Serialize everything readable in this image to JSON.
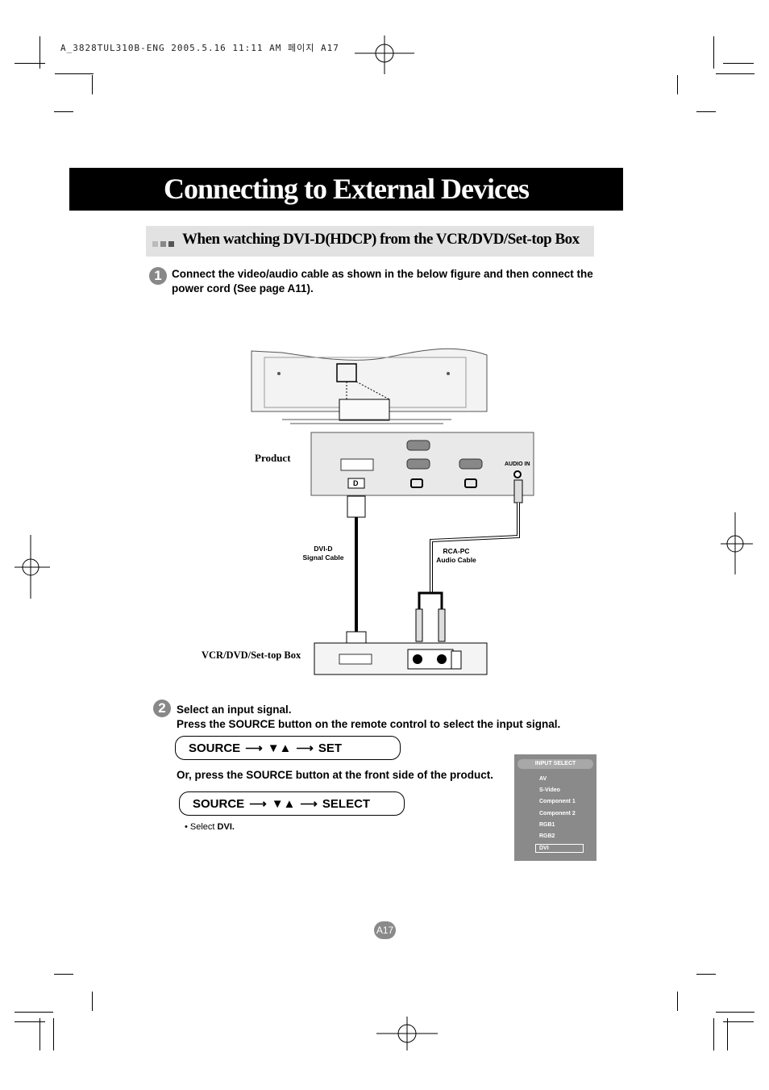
{
  "header_meta": "A_3828TUL310B-ENG  2005.5.16 11:11 AM 페이지 A17",
  "title": "Connecting to External Devices",
  "section": {
    "title": "When watching DVI-D(HDCP) from the VCR/DVD/Set-top Box"
  },
  "step1": {
    "number": "1",
    "text_line1": "Connect the video/audio cable as shown in the below figure and then connect the",
    "text_line2": "power cord (See page A11)."
  },
  "diagram": {
    "product_label": "Product",
    "audio_in_label": "AUDIO IN",
    "dvi_port_label": "D",
    "dvi_cable_label_line1": "DVI-D",
    "dvi_cable_label_line2": "Signal  Cable",
    "rca_cable_label_line1": "RCA-PC",
    "rca_cable_label_line2": "Audio Cable",
    "vcr_label": "VCR/DVD/Set-top Box"
  },
  "step2": {
    "number": "2",
    "line1": "Select an input signal.",
    "line2": "Press the SOURCE button on the remote control to select the input signal.",
    "remote_cmd": {
      "source": "SOURCE",
      "arrows": "▼▲",
      "action": "SET"
    },
    "or_text": "Or, press the SOURCE button at the front side of the product.",
    "front_cmd": {
      "source": "SOURCE",
      "arrows": "▼▲",
      "action": "SELECT"
    },
    "note_prefix": "• Select ",
    "note_value": "DVI."
  },
  "input_menu": {
    "header": "INPUT SELECT",
    "items": [
      "AV",
      "S-Video",
      "Component 1",
      "Component 2",
      "RGB1",
      "RGB2",
      "DVI"
    ],
    "selected": "DVI"
  },
  "page_number": "A17",
  "colors": {
    "title_bg": "#000000",
    "section_bg": "#e2e2e2",
    "menu_bg": "#8a8a8a"
  }
}
